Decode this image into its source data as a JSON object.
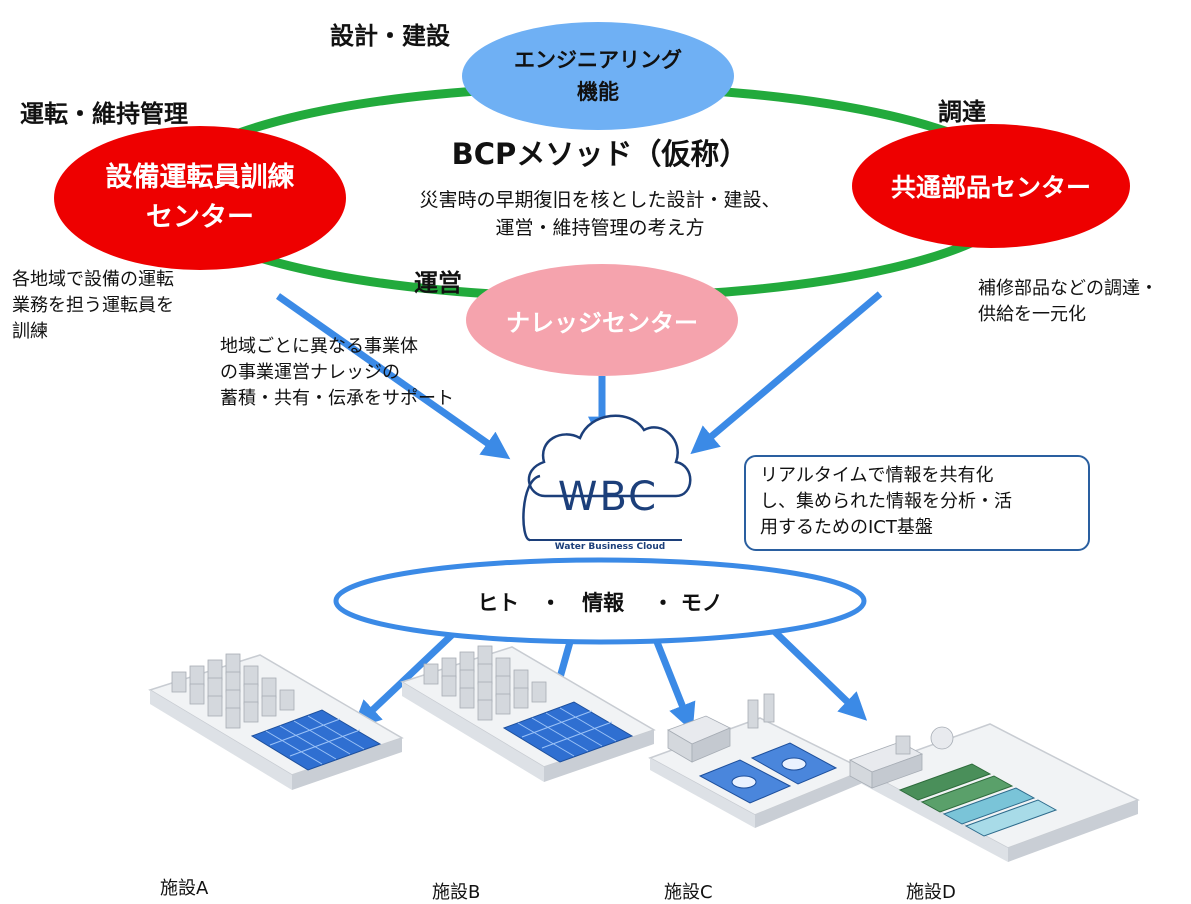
{
  "colors": {
    "ring": "#22aa3c",
    "arrow": "#3b8ae6",
    "red_node": "#ee0000",
    "engineering_node": "#6fb0f4",
    "knowledge_node": "#f5a3ad",
    "info_ellipse": "#3b8ae6",
    "wbc_blue": "#1c3f7a"
  },
  "center": {
    "title": "BCPメソッド（仮称）",
    "desc_line1": "災害時の早期復旧を核とした設計・建設、",
    "desc_line2": "運営・維持管理の考え方"
  },
  "phases": {
    "design_build": "設計・建設",
    "operation_maintenance": "運転・維持管理",
    "procurement": "調達",
    "operation": "運営"
  },
  "nodes": {
    "engineering": {
      "line1": "エンジニアリング",
      "line2": "機能"
    },
    "training": {
      "line1": "設備運転員訓練",
      "line2": "センター"
    },
    "parts": {
      "line1": "共通部品センター"
    },
    "knowledge": {
      "line1": "ナレッジセンター"
    }
  },
  "descriptions": {
    "training": [
      "各地域で設備の運転",
      "業務を担う運転員を",
      "訓練"
    ],
    "knowledge": [
      "地域ごとに異なる事業体",
      "の事業運営ナレッジの",
      "蓄積・共有・伝承をサポート"
    ],
    "parts": [
      "補修部品などの調達・",
      "供給を一元化"
    ]
  },
  "wbc": {
    "logo_text": "WBC",
    "logo_subtext": "Water Business Cloud",
    "callout": [
      "リアルタイムで情報を共有化",
      "し、集められた情報を分析・活",
      "用するためのICT基盤"
    ]
  },
  "info": {
    "label": "ヒト　・　情報　 ・ モノ"
  },
  "facilities": [
    {
      "label": "施設A",
      "type": "datacenter"
    },
    {
      "label": "施設B",
      "type": "datacenter"
    },
    {
      "label": "施設C",
      "type": "treatment-plant"
    },
    {
      "label": "施設D",
      "type": "treatment-plant-long"
    }
  ]
}
